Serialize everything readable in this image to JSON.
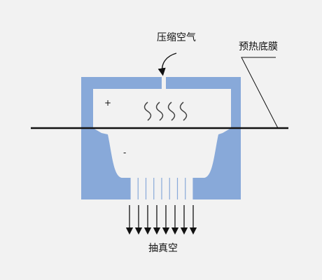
{
  "labels": {
    "compressed_air": "压缩空气",
    "preheated_film": "预热底膜",
    "vacuum": "抽真空",
    "positive_sign": "+",
    "negative_sign": "-"
  },
  "colors": {
    "mold": "#88a9d9",
    "cavity": "#f2f2f2",
    "line": "#111111",
    "heat_waves": "#444444"
  },
  "vacuum_channel_count": 8,
  "vacuum_arrow_count": 8,
  "heat_wave_count": 4
}
